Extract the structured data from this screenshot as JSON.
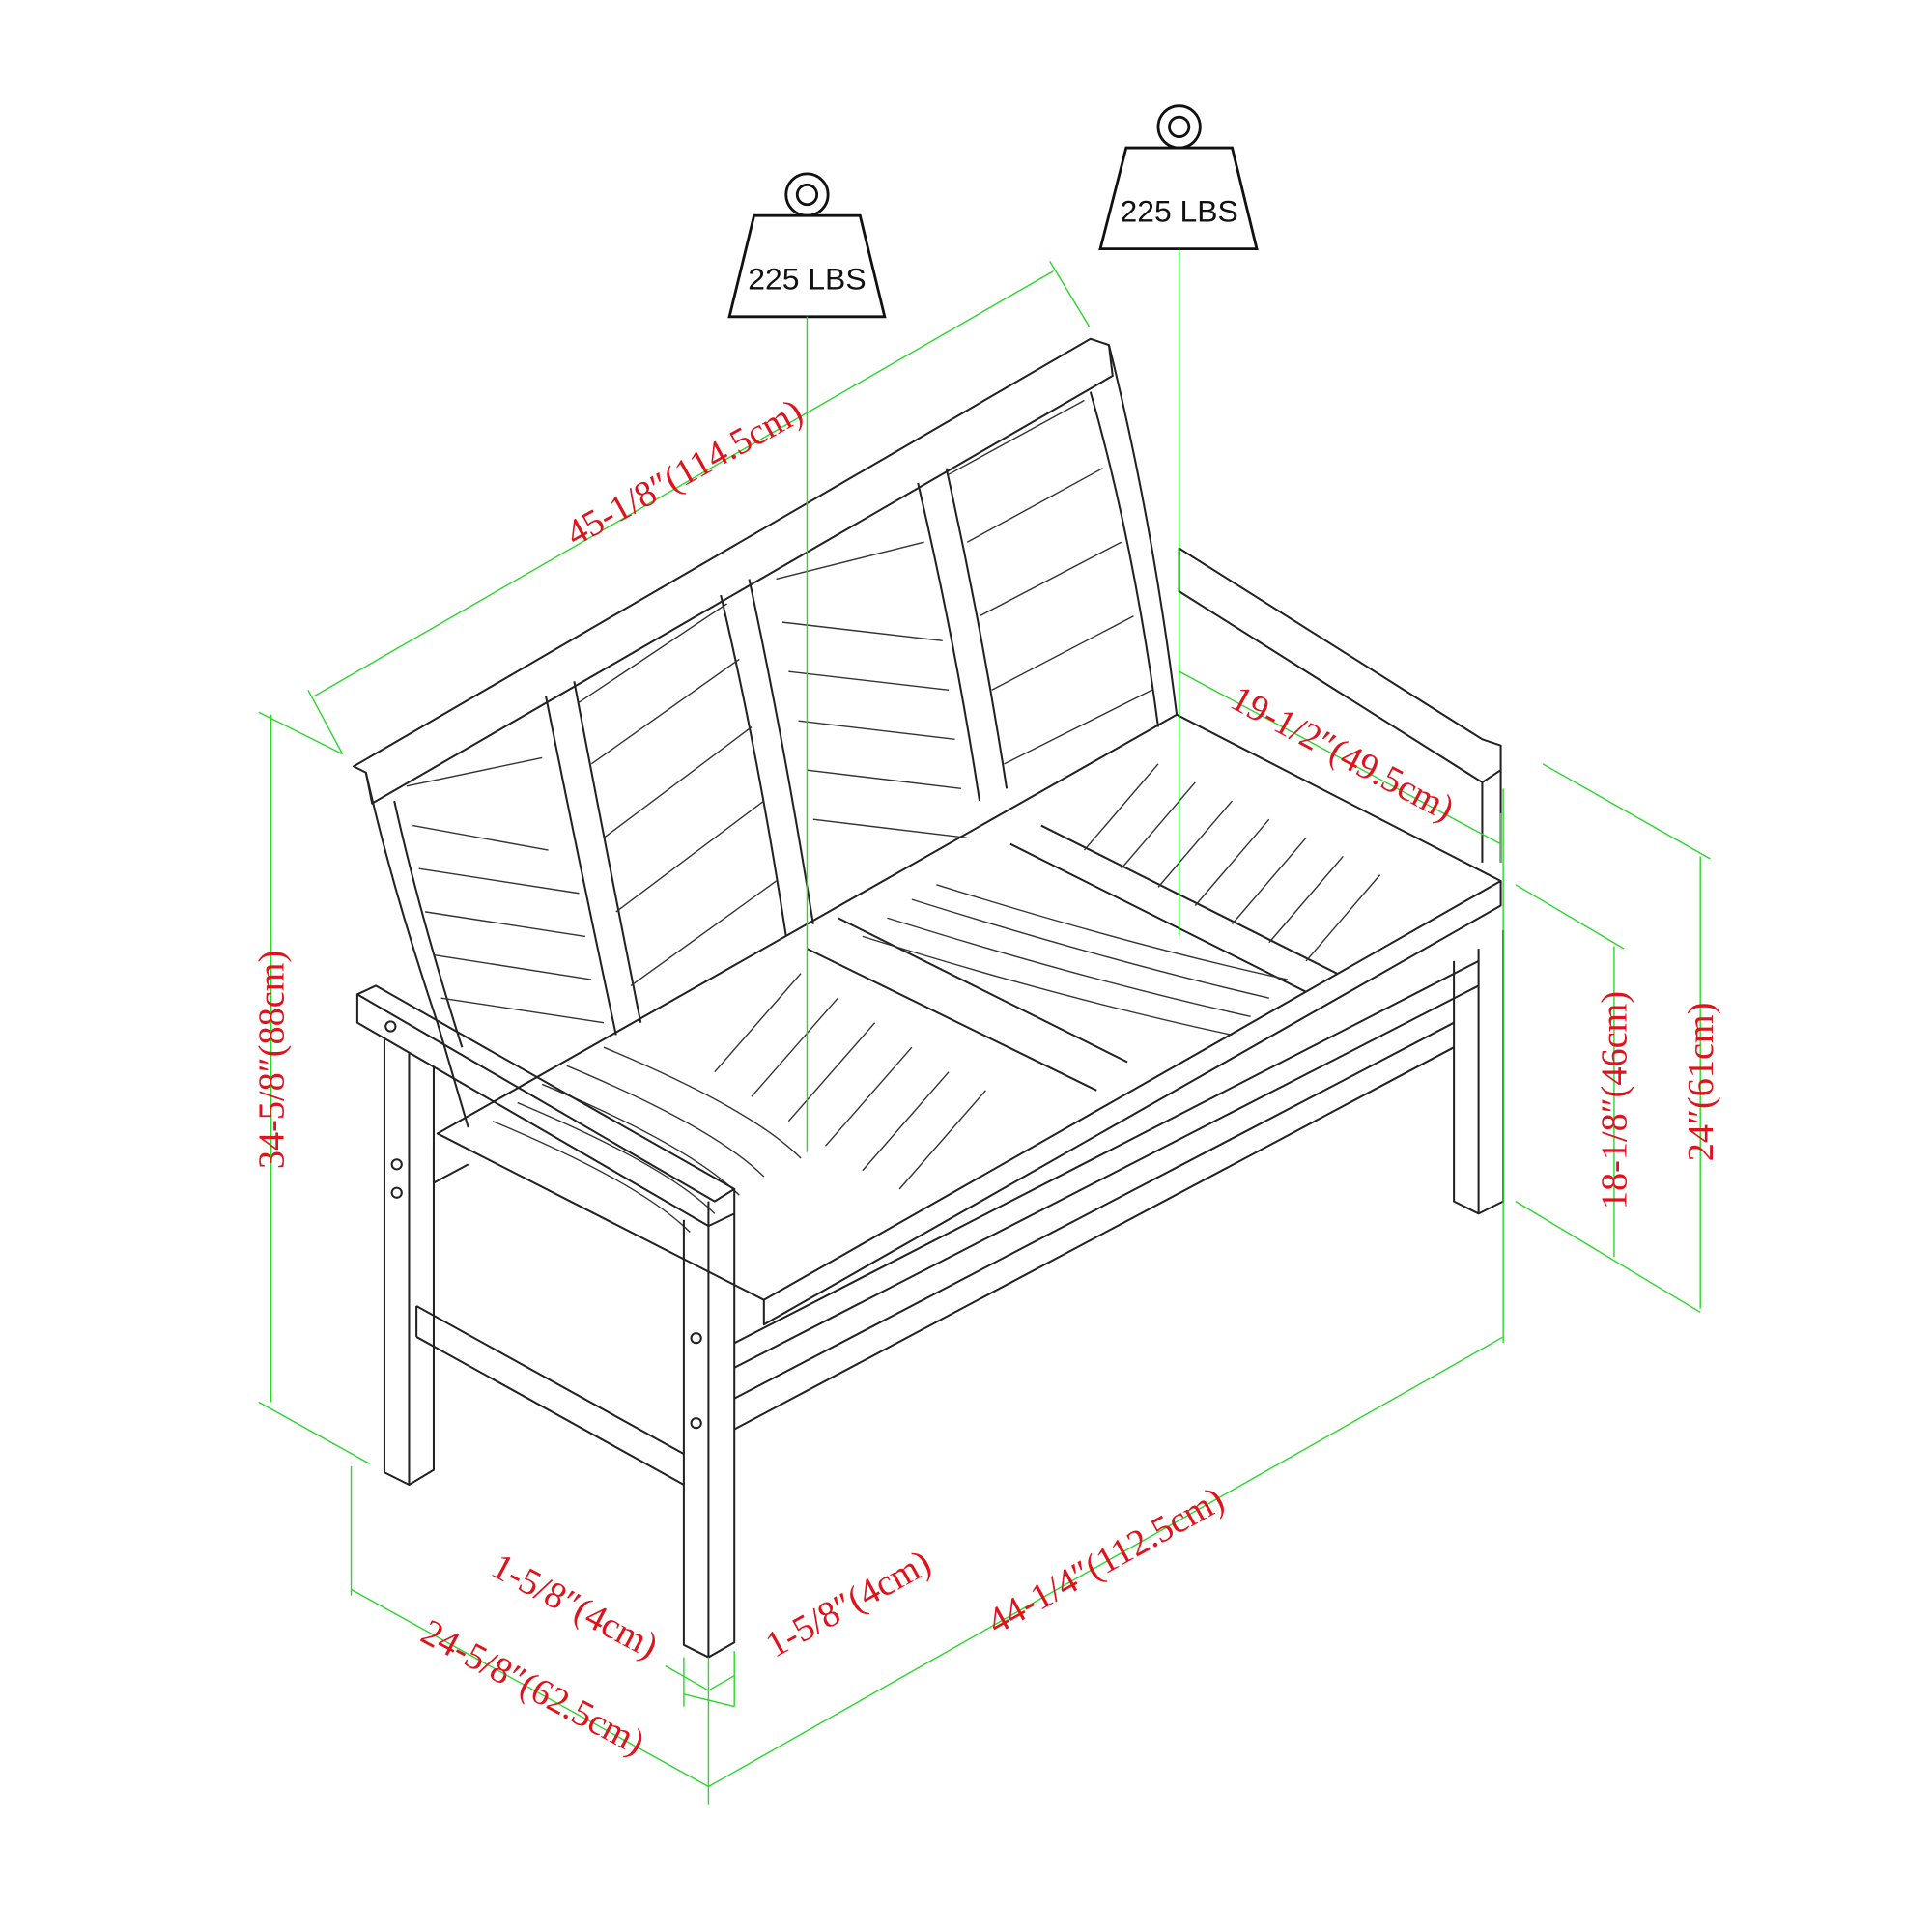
{
  "weights": [
    {
      "label": "225 LBS"
    },
    {
      "label": "225 LBS"
    }
  ],
  "dimensions": {
    "back_width": "45-1/8″(114.5cm)",
    "seat_depth": "19-1/2″(49.5cm)",
    "overall_height": "34-5/8″(88cm)",
    "seat_height": "18-1/8″(46cm)",
    "arm_height": "24″(61cm)",
    "overall_width": "44-1/4″(112.5cm)",
    "leg_depth": "1-5/8″(4cm)",
    "leg_width": "1-5/8″(4cm)",
    "overall_depth": "24-5/8″(62.5cm)"
  },
  "colors": {
    "dimension_text": "#e0121b",
    "dimension_line": "#2bd62b",
    "drawing": "#222222"
  }
}
